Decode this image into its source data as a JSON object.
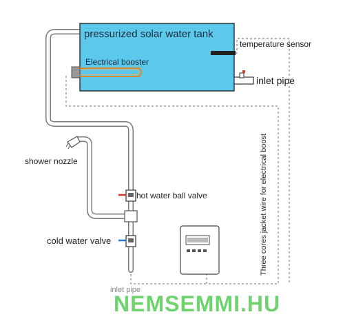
{
  "tank": {
    "title": "pressurized  solar water tank",
    "booster_label": "Electrical booster",
    "color": "#5bc8ec"
  },
  "labels": {
    "temperature_sensor": "temperature sensor",
    "inlet_pipe_tank": "inlet pipe",
    "wire": "Three cores jacket wire for electrical boost",
    "shower_nozzle": "shower nozzle",
    "hot_valve": "hot water ball valve",
    "cold_valve": "cold water valve",
    "inlet_pipe_bottom": "inlet pipe"
  },
  "watermark": {
    "text": "NEMSEMMI.HU",
    "color": "#6dd36d"
  }
}
